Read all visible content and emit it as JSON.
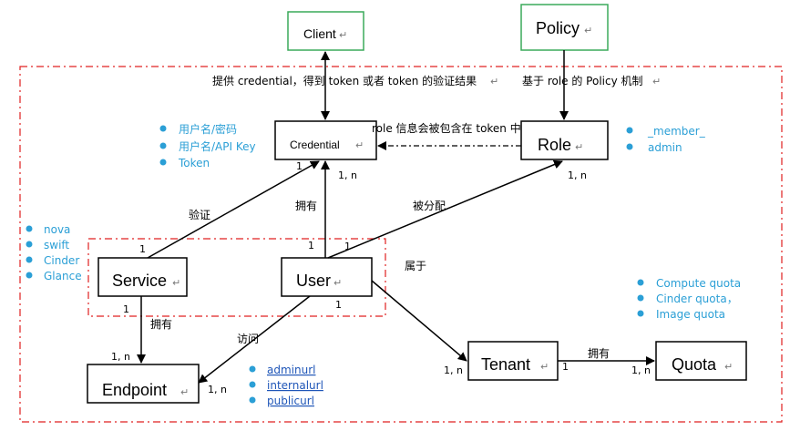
{
  "nodes": {
    "client": "Client",
    "policy": "Policy",
    "credential": "Credential",
    "role": "Role",
    "service": "Service",
    "user": "User",
    "endpoint": "Endpoint",
    "tenant": "Tenant",
    "quota": "Quota"
  },
  "edge_labels": {
    "client_credential": "提供 credential，得到 token 或者 token 的验证结果",
    "policy_role": "基于  role  的 Policy 机制",
    "role_in_token": "role 信息会被包含在 token 中",
    "verify": "验证",
    "own_credential": "拥有",
    "assigned": "被分配",
    "belongs": "属于",
    "own_endpoint": "拥有",
    "access": "访问",
    "own_quota": "拥有"
  },
  "multiplicities": {
    "cred_user": "1",
    "cred_role": "1, n",
    "role_user": "1, n",
    "service_top": "1",
    "user_top_left": "1",
    "user_top_right": "1",
    "service_bottom": "1",
    "user_bottom": "1",
    "endpoint_service": "1, n",
    "endpoint_user": "1, n",
    "tenant_in": "1, n",
    "tenant_out": "1",
    "quota_in": "1, n"
  },
  "lists": {
    "credential_types": [
      "用户名/密码",
      "用户名/API Key",
      "Token"
    ],
    "roles": [
      "_member_",
      "admin"
    ],
    "services": [
      "nova",
      "swift",
      "Cinder",
      "Glance"
    ],
    "quotas": [
      "Compute quota",
      "Cinder quota，",
      "Image quota"
    ],
    "endpoint_urls": [
      "adminurl",
      "internalurl",
      "publicurl"
    ]
  },
  "colors": {
    "client_border": "#3aaa5a",
    "policy_border": "#3aaa5a",
    "dashed_border": "#e02020",
    "bullet": "#2b9fd6",
    "url_text": "#1f56b8"
  }
}
